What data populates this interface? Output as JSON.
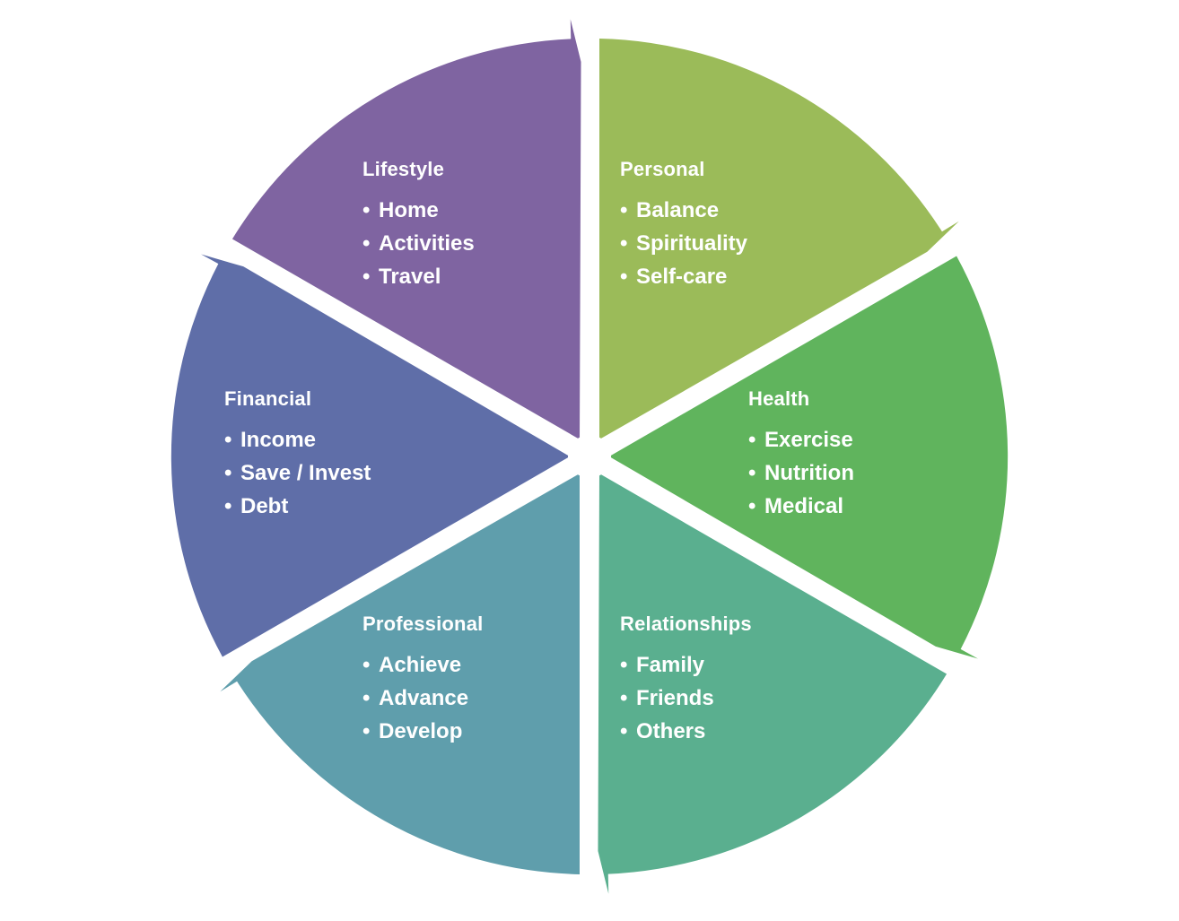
{
  "diagram": {
    "type": "segmented-cycle",
    "segments": [
      {
        "id": "personal",
        "title": "Personal",
        "color": "#9bbb59",
        "items": [
          "Balance",
          "Spirituality",
          "Self-care"
        ]
      },
      {
        "id": "health",
        "title": "Health",
        "color": "#60b45d",
        "items": [
          "Exercise",
          "Nutrition",
          "Medical"
        ]
      },
      {
        "id": "relationships",
        "title": "Relationships",
        "color": "#5aaf8f",
        "items": [
          "Family",
          "Friends",
          "Others"
        ]
      },
      {
        "id": "professional",
        "title": "Professional",
        "color": "#5f9eac",
        "items": [
          "Achieve",
          "Advance",
          "Develop"
        ]
      },
      {
        "id": "financial",
        "title": "Financial",
        "color": "#5f6ea8",
        "items": [
          "Income",
          "Save / Invest",
          "Debt"
        ]
      },
      {
        "id": "lifestyle",
        "title": "Lifestyle",
        "color": "#7f64a1",
        "items": [
          "Home",
          "Activities",
          "Travel"
        ]
      }
    ],
    "bullet_glyph": "•",
    "text_color": "#ffffff"
  }
}
